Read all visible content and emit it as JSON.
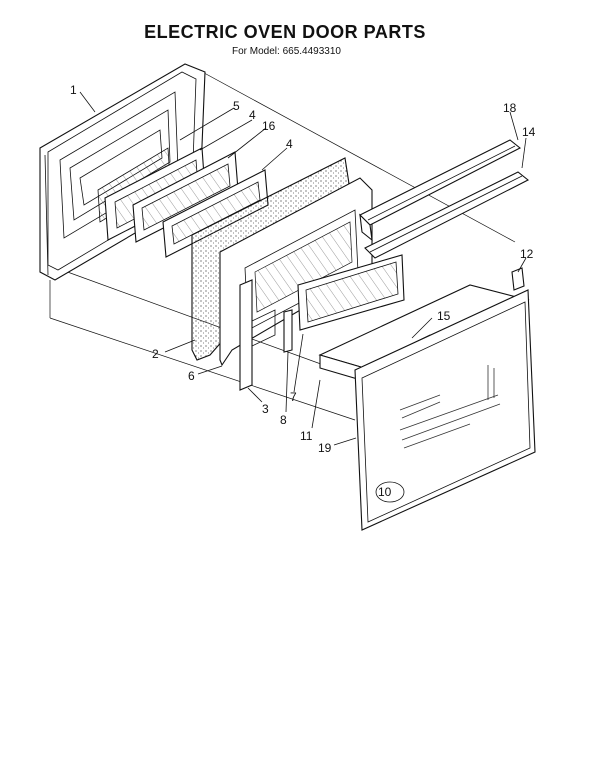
{
  "header": {
    "title": "ELECTRIC OVEN DOOR PARTS",
    "subtitle": "For Model: 665.4493310"
  },
  "callouts": {
    "c1": "1",
    "c2": "2",
    "c3": "3",
    "c4a": "4",
    "c4b": "4",
    "c5": "5",
    "c6": "6",
    "c7": "7",
    "c8": "8",
    "c10": "10",
    "c11": "11",
    "c12": "12",
    "c14": "14",
    "c15": "15",
    "c16": "16",
    "c18": "18",
    "c19": "19"
  }
}
